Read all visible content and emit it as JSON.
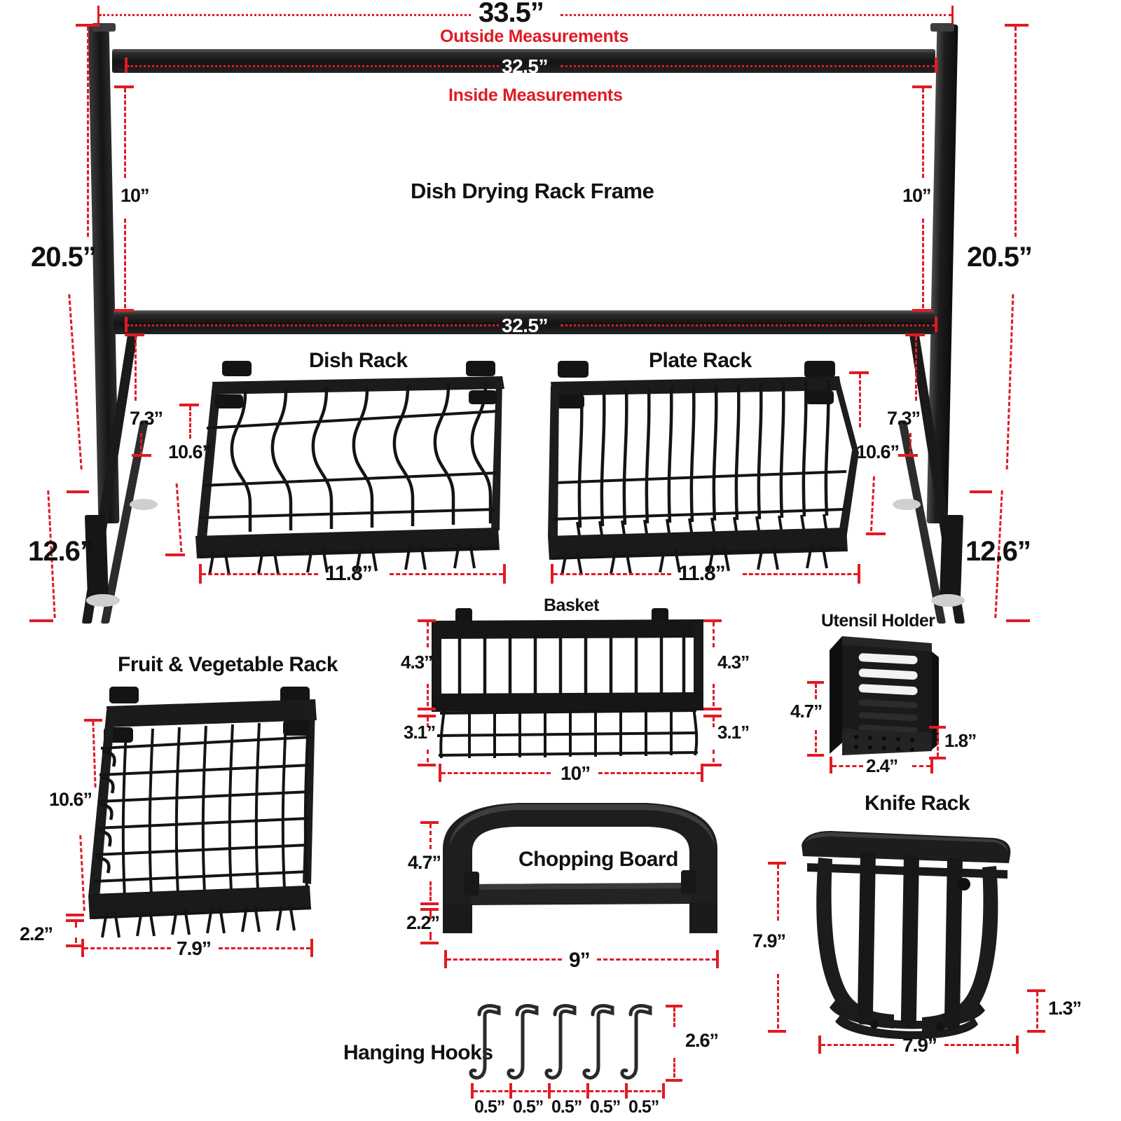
{
  "diagram": {
    "background": "#ffffff",
    "dimension_color": "#e01b24",
    "part_color": "#141414"
  },
  "frame": {
    "title": "Dish Drying Rack Frame",
    "outside_width": "33.5”",
    "outside_note": "Outside Measurements",
    "inside_width_top": "32.5”",
    "inside_note": "Inside Measurements",
    "inside_width_bottom": "32.5”",
    "total_height_left": "20.5”",
    "total_height_right": "20.5”",
    "upper_gap_left": "10”",
    "upper_gap_right": "10”",
    "lower_gap_left": "7.3”",
    "lower_gap_right": "7.3”",
    "leg_height_left": "12.6”",
    "leg_height_right": "12.6”"
  },
  "parts": [
    {
      "id": "dish-rack",
      "label": "Dish Rack",
      "height": "10.6”",
      "width": "11.8”"
    },
    {
      "id": "plate-rack",
      "label": "Plate Rack",
      "height": "10.6”",
      "width": "11.8”"
    },
    {
      "id": "basket",
      "label": "Basket",
      "height_left_top": "4.3”",
      "height_left_bottom": "3.1”",
      "height_right_top": "4.3”",
      "height_right_bottom": "3.1”",
      "width": "10”"
    },
    {
      "id": "utensil-holder",
      "label": "Utensil Holder",
      "height": "4.7”",
      "depth": "1.8”",
      "width": "2.4”"
    },
    {
      "id": "fruit-vegetable-rack",
      "label": "Fruit & Vegetable Rack",
      "height": "10.6”",
      "foot_height": "2.2”",
      "width": "7.9”"
    },
    {
      "id": "chopping-board",
      "label": "Chopping Board",
      "height": "4.7”",
      "foot_height": "2.2”",
      "width": "9”"
    },
    {
      "id": "knife-rack",
      "label": "Knife Rack",
      "height": "7.9”",
      "foot_height": "1.3”",
      "width": "7.9”"
    },
    {
      "id": "hanging-hooks",
      "label": "Hanging Hooks",
      "height": "2.6”",
      "hook_widths": [
        "0.5”",
        "0.5”",
        "0.5”",
        "0.5”",
        "0.5”"
      ]
    }
  ]
}
